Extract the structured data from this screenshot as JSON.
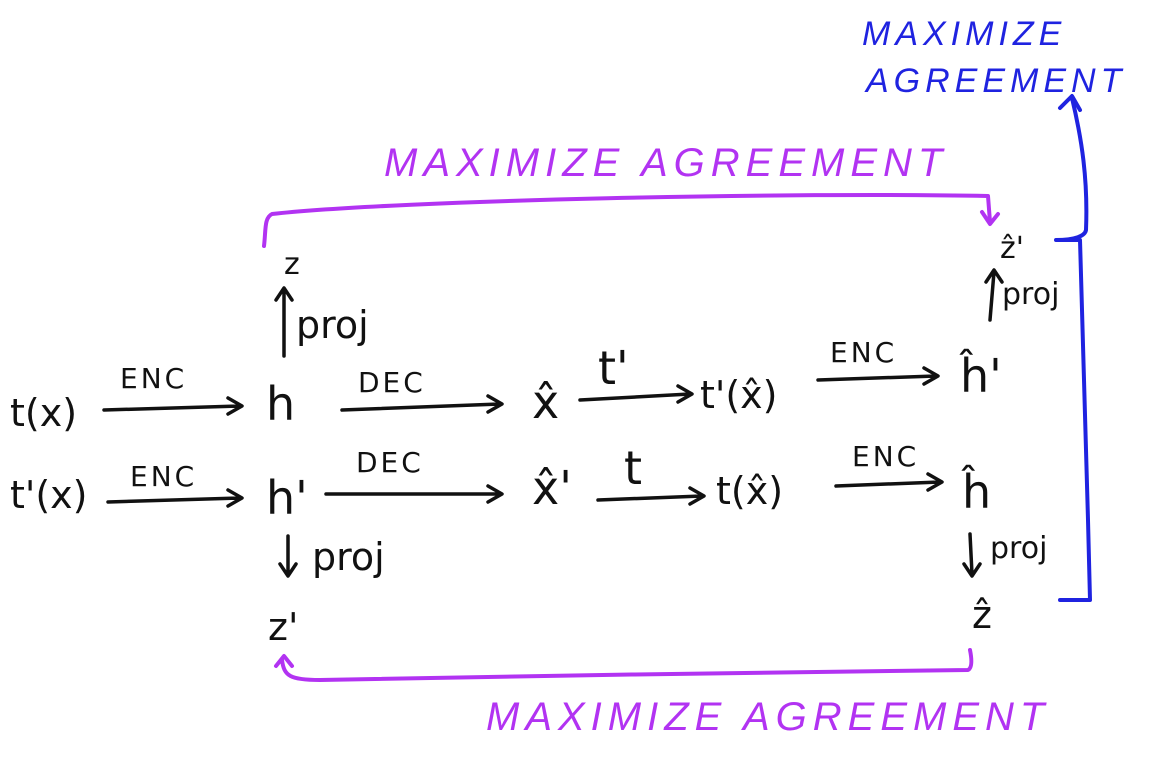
{
  "colors": {
    "ink": "#111111",
    "purple": "#b233f2",
    "blue": "#1f23e0"
  },
  "blue_label": {
    "line1": "MAXIMIZE",
    "line2": "AGREEMENT"
  },
  "purple_top_label": "MAXIMIZE AGREEMENT",
  "purple_bottom_label": "MAXIMIZE AGREEMENT",
  "row1": {
    "input": "t(x)",
    "enc": "ENC",
    "h": "h",
    "dec": "DEC",
    "xhat": "x̂",
    "t_prime": "t'",
    "t_prime_xhat": "t'(x̂)",
    "enc2": "ENC",
    "hhat_prime": "ĥ'"
  },
  "row2": {
    "input": "t'(x)",
    "enc": "ENC",
    "h_prime": "h'",
    "dec": "DEC",
    "xhat_prime": "x̂'",
    "t": "t",
    "t_xhat": "t(x̂)",
    "enc2": "ENC",
    "hhat": "ĥ"
  },
  "proj_labels": {
    "z_top": "z",
    "proj_top": "proj",
    "z_prime_bottom": "z'",
    "proj_bottom": "proj",
    "zhat_prime_top": "ẑ'",
    "proj_right_top": "proj",
    "zhat_bottom": "ẑ",
    "proj_right_bottom": "proj"
  }
}
